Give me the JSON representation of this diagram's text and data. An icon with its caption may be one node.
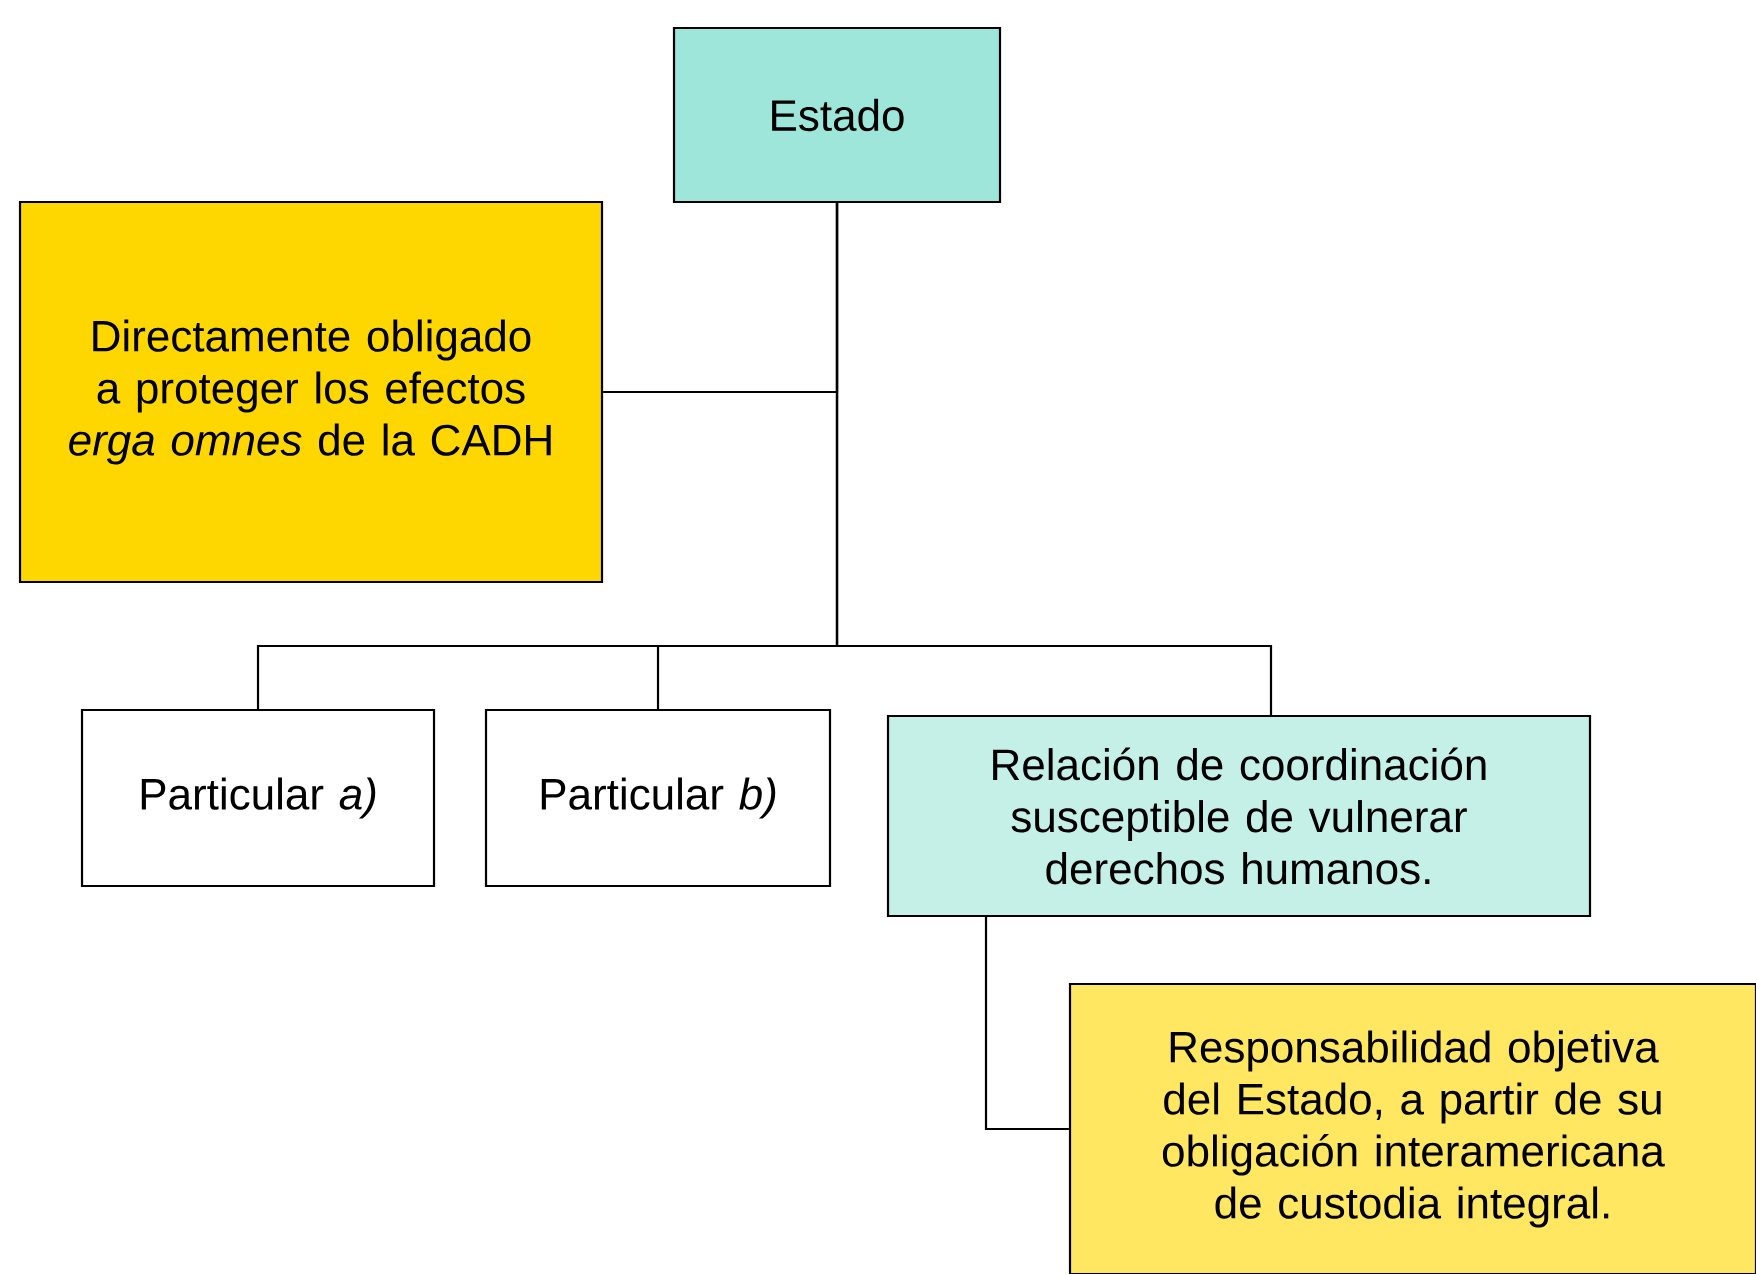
{
  "diagram": {
    "nodes": [
      {
        "text": [
          "Estado"
        ]
      },
      {
        "text": [
          "Directamente obligado a proteger los efectos *erga omnes* de la CADH"
        ]
      },
      {
        "text": [
          "Particular *a)*"
        ]
      },
      {
        "text": [
          "Particular *b)*"
        ]
      },
      {
        "text": [
          "Relación de coordinación susceptible de vulnerar derechos humanos."
        ]
      },
      {
        "text": [
          "Responsabilidad objetiva del Estado, a partir de su obligación interamericana de custodia integral."
        ]
      }
    ],
    "edges": [
      {
        "from": 0,
        "to": 1,
        "arrow": "none"
      },
      {
        "from": 0,
        "to": 2,
        "arrow": "none"
      },
      {
        "from": 0,
        "to": 3,
        "arrow": "none"
      },
      {
        "from": 0,
        "to": 4,
        "arrow": "none"
      },
      {
        "from": 4,
        "to": 5,
        "arrow": "none"
      }
    ]
  }
}
